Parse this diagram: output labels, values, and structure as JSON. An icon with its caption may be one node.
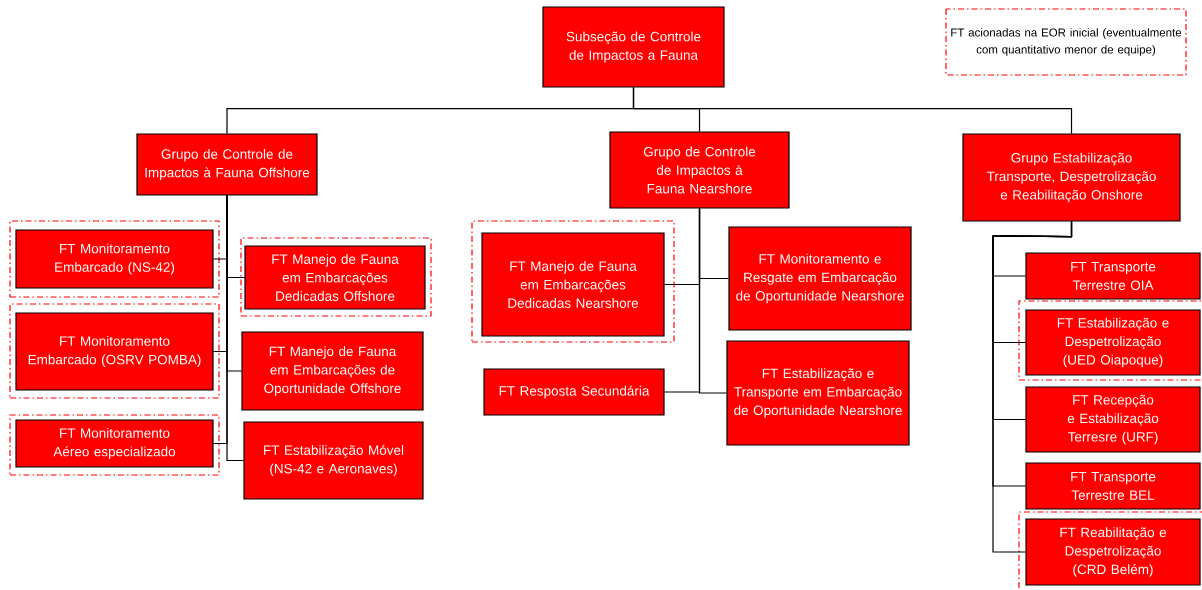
{
  "diagram": {
    "nodes": [
      {
        "text": [
          "Subseção de Controle de Impactos a Fauna"
        ]
      },
      {
        "text": [
          "Grupo de Controle de Impactos à Fauna Offshore"
        ]
      },
      {
        "text": [
          "Grupo de Controle de Impactos à Fauna Nearshore"
        ]
      },
      {
        "text": [
          "Grupo Estabilização Transporte, Despetrolização e Reabilitação Onshore"
        ]
      },
      {
        "text": [],
        "shape": "box"
      },
      {
        "text": [
          "FT Monitoramento Embarcado (NS-42)"
        ],
        "in": 4
      },
      {
        "text": [],
        "shape": "box"
      },
      {
        "text": [
          "FT Manejo de Fauna em Embarcações Dedicadas Offshore"
        ],
        "in": 6
      },
      {
        "text": [],
        "shape": "box"
      },
      {
        "text": [
          "FT Monitoramento Embarcado (OSRV POMBA)"
        ],
        "in": 8
      },
      {
        "text": [
          "FT Manejo de Fauna em Embarcações de Oportunidade Offshore"
        ]
      },
      {
        "text": [],
        "shape": "box"
      },
      {
        "text": [
          "FT Monitoramento Aéreo especializado"
        ],
        "in": 11
      },
      {
        "text": [
          "FT Estabilização Móvel (NS-42 e Aeronaves)"
        ]
      },
      {
        "text": [],
        "shape": "box"
      },
      {
        "text": [
          "FT Manejo de Fauna em Embarcações Dedicadas Nearshore"
        ],
        "in": 14
      },
      {
        "text": [
          "FT Monitoramento e Resgate em Embarcação de Oportunidade Nearshore"
        ]
      },
      {
        "text": [
          "FT Resposta Secundária"
        ]
      },
      {
        "text": [
          "FT Estabilização e Transporte em Embarcação de Oportunidade Nearshore"
        ]
      },
      {
        "text": [
          "FT Transporte Terrestre OIA"
        ]
      },
      {
        "text": [],
        "shape": "box"
      },
      {
        "text": [
          "FT Estabilização e Despetrolização (UED Oiapoque)"
        ],
        "in": 20
      },
      {
        "text": [
          "FT Recepção e Estabilização Terresre (URF)"
        ]
      },
      {
        "text": [
          "FT Transporte Terrestre BEL"
        ]
      },
      {
        "text": [],
        "shape": "box"
      },
      {
        "text": [
          "FT Reabilitação e Despetrolização (CRD Belém)"
        ],
        "in": 24
      }
    ],
    "edges": [
      {
        "from": 0,
        "to": 1,
        "arrow": "none"
      },
      {
        "from": 0,
        "to": 2,
        "arrow": "none"
      },
      {
        "from": 0,
        "to": 3,
        "arrow": "none"
      },
      {
        "from": 1,
        "to": 5,
        "arrow": "none"
      },
      {
        "from": 1,
        "to": 7,
        "arrow": "none"
      },
      {
        "from": 1,
        "to": 9,
        "arrow": "none"
      },
      {
        "from": 1,
        "to": 10,
        "arrow": "none"
      },
      {
        "from": 1,
        "to": 12,
        "arrow": "none"
      },
      {
        "from": 1,
        "to": 13,
        "arrow": "none"
      },
      {
        "from": 2,
        "to": 15,
        "arrow": "none"
      },
      {
        "from": 2,
        "to": 16,
        "arrow": "none"
      },
      {
        "from": 2,
        "to": 17,
        "arrow": "none"
      },
      {
        "from": 2,
        "to": 18,
        "arrow": "none"
      },
      {
        "from": 3,
        "to": 19,
        "arrow": "none"
      },
      {
        "from": 3,
        "to": 21,
        "arrow": "none"
      },
      {
        "from": 3,
        "to": 22,
        "arrow": "none"
      },
      {
        "from": 3,
        "to": 23,
        "arrow": "none"
      },
      {
        "from": 3,
        "to": 25,
        "arrow": "none"
      }
    ],
    "legend": [
      {
        "text": "FT acionadas na EOR inicial (eventualmente com quantitativo menor de equipe)"
      }
    ]
  }
}
